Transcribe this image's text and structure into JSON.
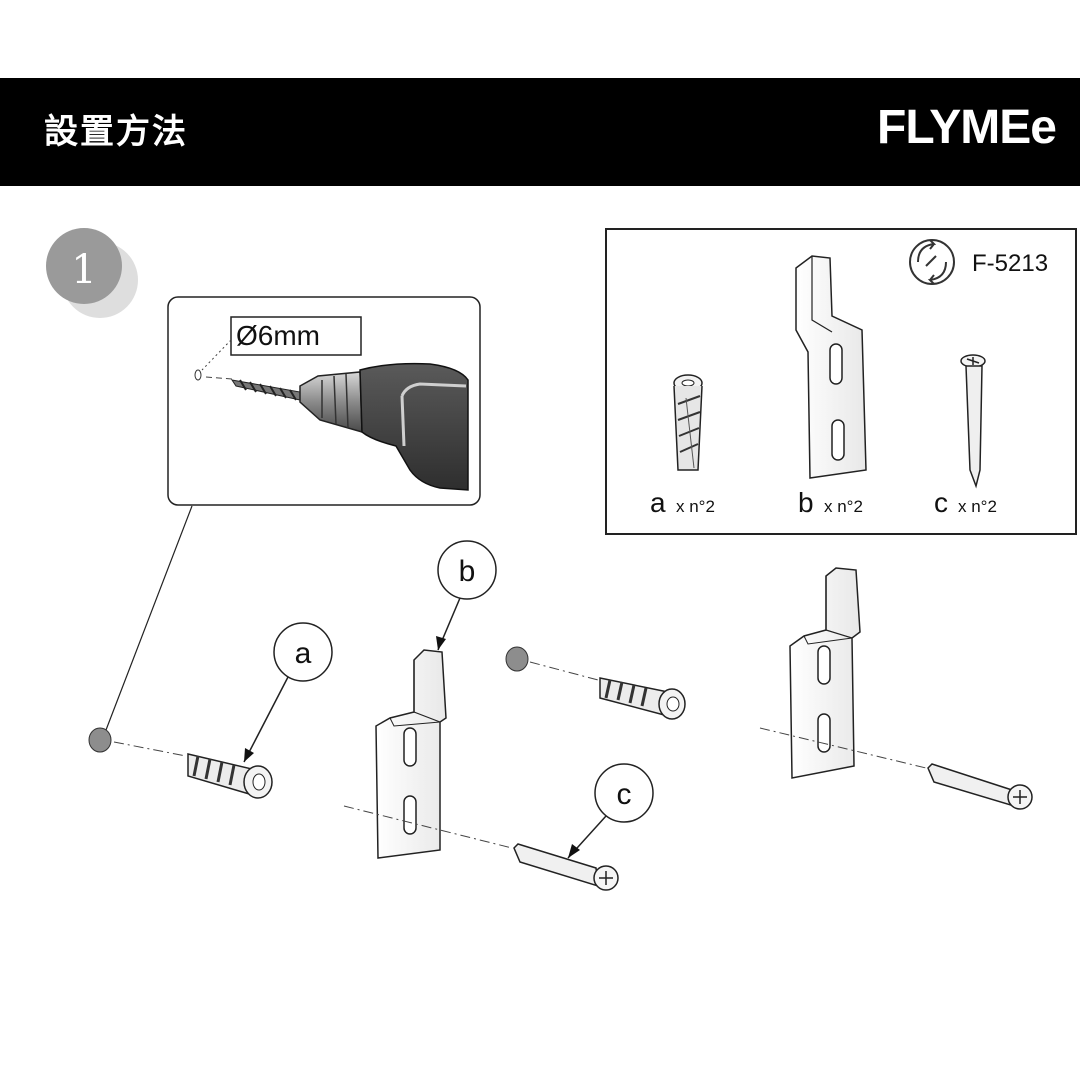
{
  "header": {
    "title": "設置方法",
    "brand": "FLYMEe"
  },
  "step": {
    "number": "1"
  },
  "detail": {
    "drill_size": "Ø6mm"
  },
  "parts_box": {
    "model": "F-5213",
    "parts": [
      {
        "letter": "a",
        "qty": "x n°2"
      },
      {
        "letter": "b",
        "qty": "x n°2"
      },
      {
        "letter": "c",
        "qty": "x n°2"
      }
    ]
  },
  "callouts": {
    "a": "a",
    "b": "b",
    "c": "c"
  },
  "colors": {
    "header_bg": "#000000",
    "header_text": "#ffffff",
    "step_badge": "#9a9a9a"
  }
}
